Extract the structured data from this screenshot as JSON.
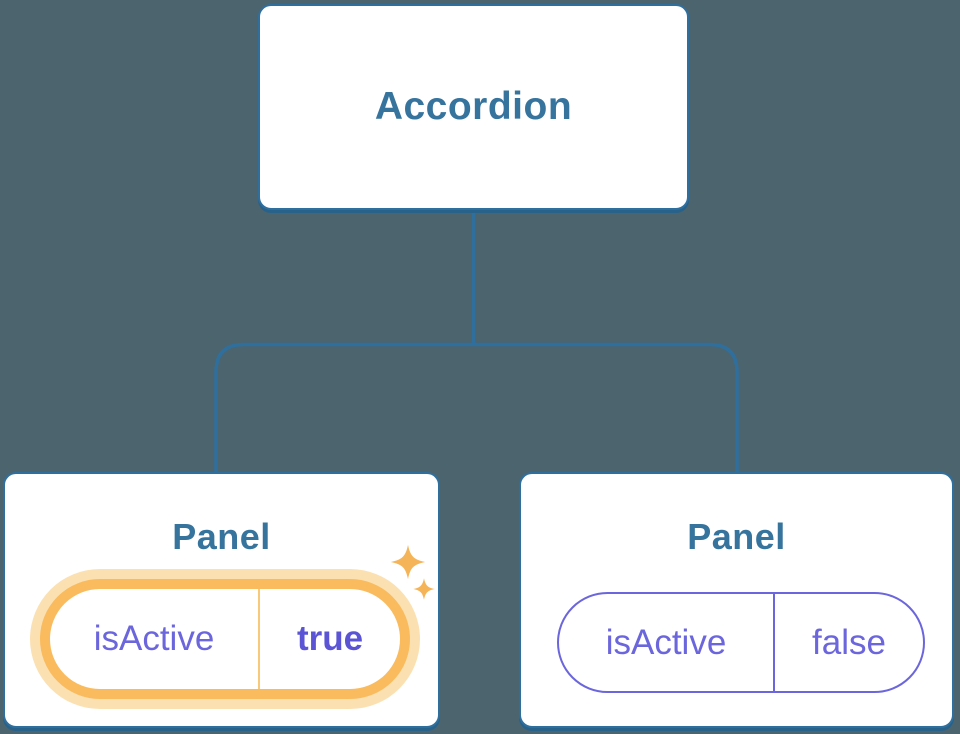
{
  "diagram": {
    "description": "Component tree diagram: Accordion parent with two Panel children and their isActive props",
    "background": "#4C646E",
    "root": {
      "label": "Accordion"
    },
    "panels": [
      {
        "title": "Panel",
        "prop_name": "isActive",
        "prop_value": "true",
        "active": true,
        "decoration": "sparkle-icons"
      },
      {
        "title": "Panel",
        "prop_name": "isActive",
        "prop_value": "false",
        "active": false,
        "decoration": "none"
      }
    ],
    "icons": {
      "sparkle_glyph": "✦"
    },
    "colors": {
      "node_fill": "#FFFFFF",
      "node_border_blue": "#2F6F9E",
      "node_shadow_blue": "#28618A",
      "label_text_blue": "#36749E",
      "connector_blue": "#2F6F9E",
      "prop_purple": "#6B66DC",
      "prop_value_bold_purple": "#5B55D6",
      "highlight_orange": "#F9BB5D",
      "highlight_glow_peach": "#FBE0B2",
      "highlight_divider": "#F8C979",
      "sparkle_orange": "#F5B457"
    }
  }
}
